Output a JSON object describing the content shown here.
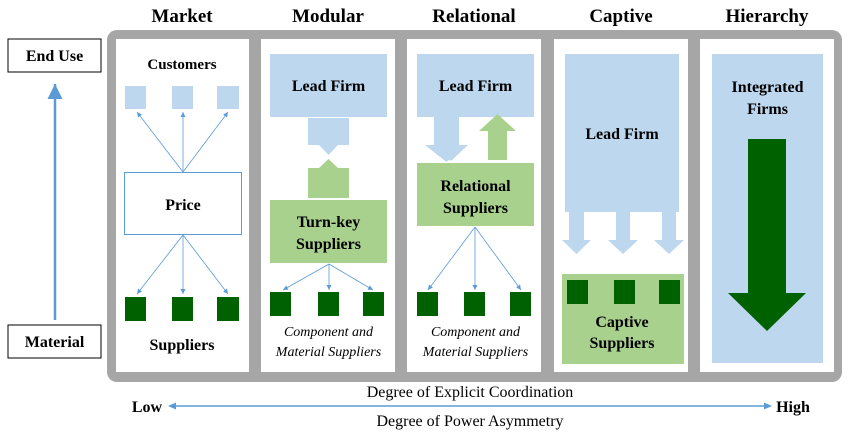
{
  "colors": {
    "frame": "#a6a6a6",
    "panel": "#ffffff",
    "light_blue": "#bdd7ee",
    "light_green": "#a9d18e",
    "dark_green": "#006100",
    "arrow_blue": "#5b9bd5"
  },
  "columns": {
    "market": "Market",
    "modular": "Modular",
    "relational": "Relational",
    "captive": "Captive",
    "hierarchy": "Hierarchy"
  },
  "vertical_axis": {
    "top_label": "End Use",
    "bottom_label": "Material"
  },
  "market": {
    "customers_label": "Customers",
    "price_label": "Price",
    "suppliers_label": "Suppliers"
  },
  "modular": {
    "lead_firm_label": "Lead Firm",
    "turnkey_line1": "Turn-key",
    "turnkey_line2": "Suppliers",
    "component_line1": "Component and",
    "component_line2": "Material Suppliers"
  },
  "relational": {
    "lead_firm_label": "Lead Firm",
    "relational_line1": "Relational",
    "relational_line2": "Suppliers",
    "component_line1": "Component and",
    "component_line2": "Material Suppliers"
  },
  "captive": {
    "lead_firm_label": "Lead Firm",
    "captive_line1": "Captive",
    "captive_line2": "Suppliers"
  },
  "hierarchy": {
    "integrated_line1": "Integrated",
    "integrated_line2": "Firms"
  },
  "horizontal_axis": {
    "top_caption": "Degree of Explicit Coordination",
    "bottom_caption": "Degree of Power Asymmetry",
    "low_label": "Low",
    "high_label": "High"
  }
}
